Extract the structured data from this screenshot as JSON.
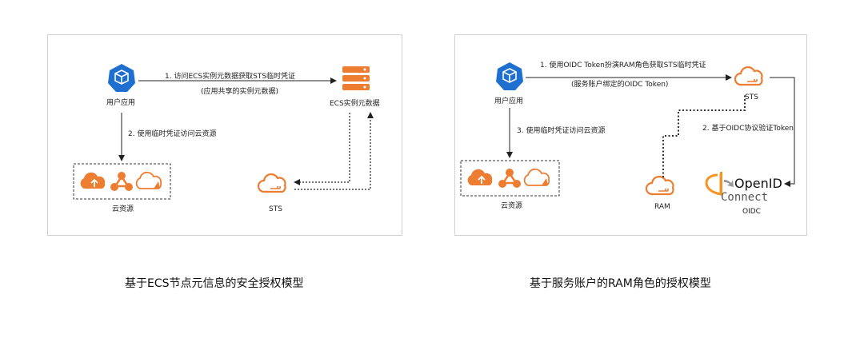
{
  "left": {
    "user_app": "用户应用",
    "step1": "1. 访问ECS实例元数据获取STS临时凭证",
    "step1_sub": "(应用共享的实例元数据)",
    "ecs_metadata": "ECS实例元数据",
    "step2": "2. 使用临时凭证访问云资源",
    "cloud_resources": "云资源",
    "sts": "STS",
    "caption": "基于ECS节点元信息的安全授权模型"
  },
  "right": {
    "user_app": "用户应用",
    "step1": "1. 使用OIDC Token扮演RAM角色获取STS临时凭证",
    "step1_sub": "(服务账户绑定的OIDC Token)",
    "sts": "STS",
    "step2": "2. 基于OIDC协议验证Token",
    "step3": "3. 使用临时凭证访问云资源",
    "cloud_resources": "云资源",
    "ram": "RAM",
    "openid_main": "OpenID",
    "openid_sub": "Connect",
    "oidc": "OIDC",
    "caption": "基于服务账户的RAM角色的授权模型"
  },
  "colors": {
    "orange": "#ed7d31",
    "blue": "#1f6fd1",
    "arrow": "#222222",
    "border": "#d0d0d0"
  },
  "icons": {
    "user_app": "kubernetes-cube-hexagon-icon",
    "ecs_metadata": "server-stack-icon",
    "sts": "cloud-key-icon",
    "ram": "cloud-key-icon",
    "openid": "openid-logo-icon",
    "cloud_resources": [
      "cloud-upload-icon",
      "network-nodes-icon",
      "cloud-outline-icon"
    ]
  }
}
